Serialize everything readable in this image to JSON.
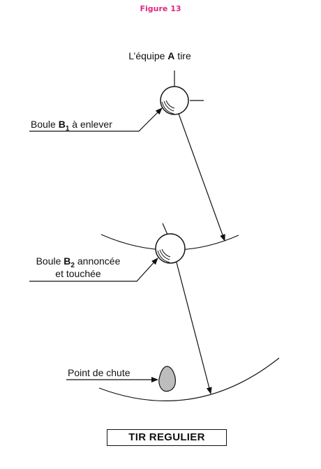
{
  "figure_title": "Figure 13",
  "team_label": {
    "prefix": "L’équipe ",
    "team": "A",
    "suffix": " tire"
  },
  "ball_b1_label": {
    "prefix": "Boule ",
    "ball": "B",
    "subscript": "1",
    "suffix": " à enlever"
  },
  "ball_b2_label": {
    "prefix": "Boule ",
    "ball": "B",
    "subscript": "2",
    "suffix": " annoncée",
    "line2": "et touchée"
  },
  "impact_label": "Point de chute",
  "caption": "TIR REGULIER"
}
